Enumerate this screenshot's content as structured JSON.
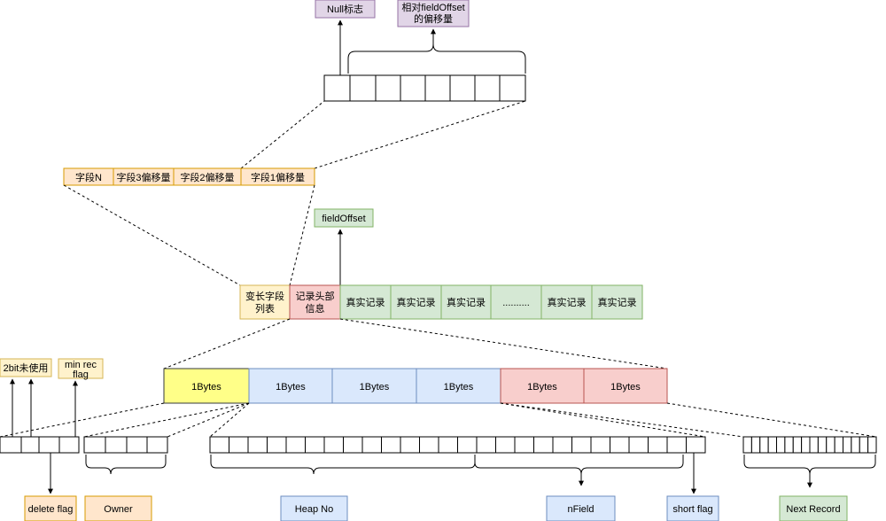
{
  "colors": {
    "purple": "#e1d5e7",
    "orange": "#ffe6cc",
    "green": "#d5e8d4",
    "red": "#f8cecc",
    "blue": "#dae8fc",
    "yellow": "#ffff88",
    "lightYellow": "#fff2cc"
  },
  "top": {
    "null_flag": "Null标志",
    "field_offset_line1": "相对fieldOffset",
    "field_offset_line2": "的偏移量"
  },
  "offset_list": [
    "字段N",
    "字段3偏移量",
    "字段2偏移量",
    "字段1偏移量"
  ],
  "field_offset": "fieldOffset",
  "record_row": {
    "var_len_line1": "变长字段",
    "var_len_line2": "列表",
    "header_line1": "记录头部",
    "header_line2": "信息",
    "records": [
      "真实记录",
      "真实记录",
      "真实记录",
      "..........",
      "真实记录",
      "真实记录"
    ]
  },
  "bytes_row": [
    "1Bytes",
    "1Bytes",
    "1Bytes",
    "1Bytes",
    "1Bytes",
    "1Bytes"
  ],
  "left_labels": {
    "unused": "2bit未使用",
    "min_rec_line1": "min rec",
    "min_rec_line2": "flag"
  },
  "bottom_labels": {
    "delete_flag": "delete flag",
    "owner": "Owner",
    "heap_no": "Heap No",
    "nfield": "nField",
    "short_flag": "short flag",
    "next_record": "Next Record"
  }
}
